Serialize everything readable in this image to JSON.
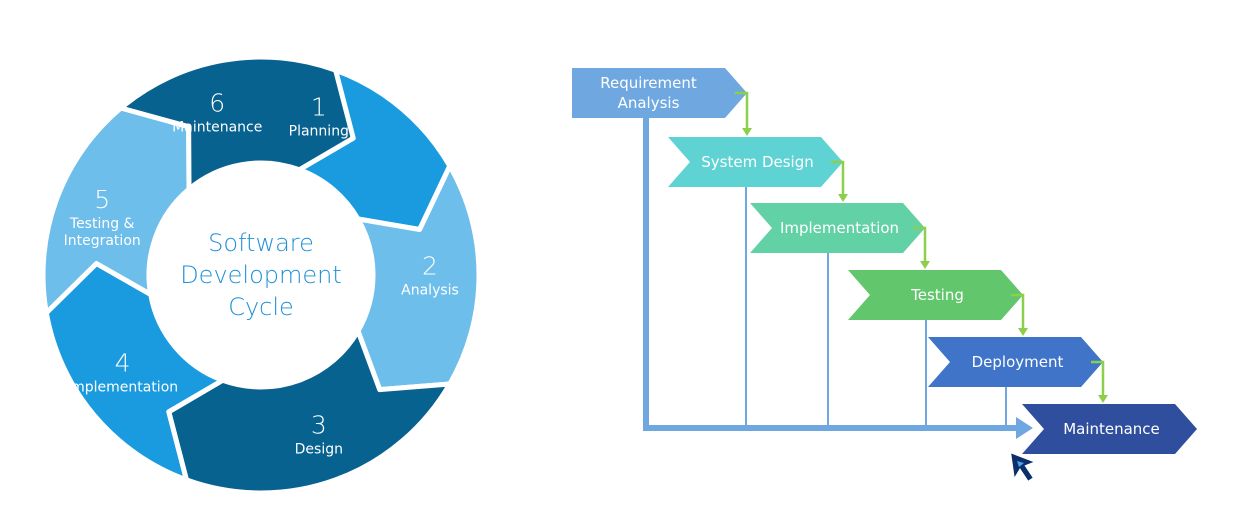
{
  "cycle": {
    "center_lines": [
      "Software",
      "Development",
      "Cycle"
    ],
    "segments": [
      {
        "number": "1",
        "label_lines": [
          "Planning"
        ],
        "color": "#1a9be0"
      },
      {
        "number": "2",
        "label_lines": [
          "Analysis"
        ],
        "color": "#6dbeeb"
      },
      {
        "number": "3",
        "label_lines": [
          "Design"
        ],
        "color": "#07628f"
      },
      {
        "number": "4",
        "label_lines": [
          "Implementation"
        ],
        "color": "#1a9be0"
      },
      {
        "number": "5",
        "label_lines": [
          "Testing &",
          "Integration"
        ],
        "color": "#6dbeeb"
      },
      {
        "number": "6",
        "label_lines": [
          "Maintenance"
        ],
        "color": "#07628f"
      }
    ]
  },
  "waterfall": {
    "steps": [
      {
        "label_lines": [
          "Requirement",
          "Analysis"
        ],
        "color": "#6fa8e0"
      },
      {
        "label_lines": [
          "System Design"
        ],
        "color": "#5fd3d3"
      },
      {
        "label_lines": [
          "Implementation"
        ],
        "color": "#62d1a6"
      },
      {
        "label_lines": [
          "Testing"
        ],
        "color": "#62c66c"
      },
      {
        "label_lines": [
          "Deployment"
        ],
        "color": "#3f74c9"
      },
      {
        "label_lines": [
          "Maintenance"
        ],
        "color": "#2f4f9e"
      }
    ],
    "connector_color": "#8ccf4a",
    "feedback_color": "#6fa8e0"
  }
}
